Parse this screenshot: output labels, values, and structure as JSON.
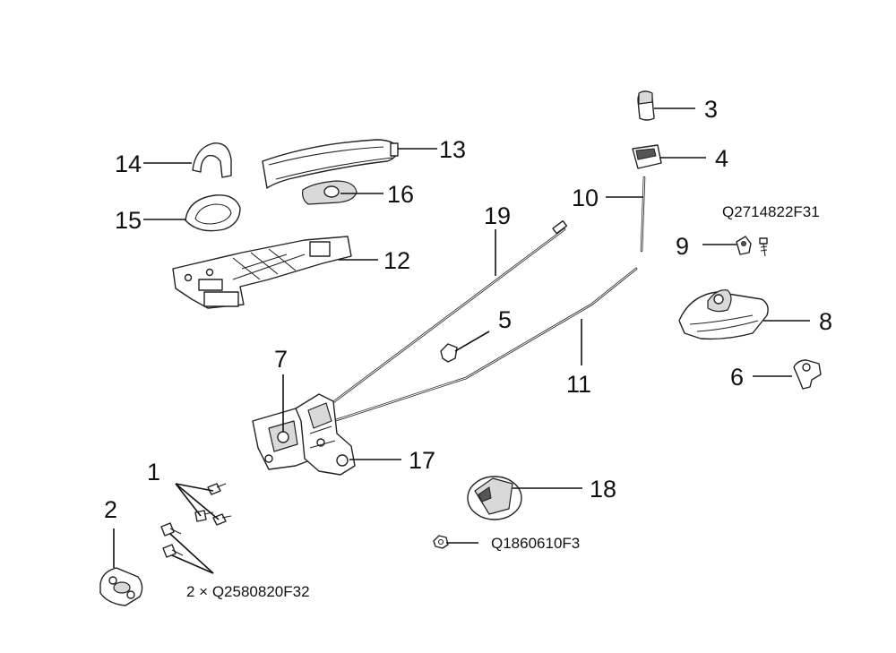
{
  "callouts": [
    {
      "id": "c1",
      "label": "1"
    },
    {
      "id": "c2",
      "label": "2"
    },
    {
      "id": "c3",
      "label": "3"
    },
    {
      "id": "c4",
      "label": "4"
    },
    {
      "id": "c5",
      "label": "5"
    },
    {
      "id": "c6",
      "label": "6"
    },
    {
      "id": "c7",
      "label": "7"
    },
    {
      "id": "c8",
      "label": "8"
    },
    {
      "id": "c9",
      "label": "9"
    },
    {
      "id": "c10",
      "label": "10"
    },
    {
      "id": "c11",
      "label": "11"
    },
    {
      "id": "c12",
      "label": "12"
    },
    {
      "id": "c13",
      "label": "13"
    },
    {
      "id": "c14",
      "label": "14"
    },
    {
      "id": "c15",
      "label": "15"
    },
    {
      "id": "c16",
      "label": "16"
    },
    {
      "id": "c17",
      "label": "17"
    },
    {
      "id": "c18",
      "label": "18"
    },
    {
      "id": "c19",
      "label": "19"
    }
  ],
  "part_codes": {
    "bolt_top": "Q2714822F31",
    "nut_bottom": "Q1860610F3",
    "bolt_pair": "2 × Q2580820F32"
  }
}
